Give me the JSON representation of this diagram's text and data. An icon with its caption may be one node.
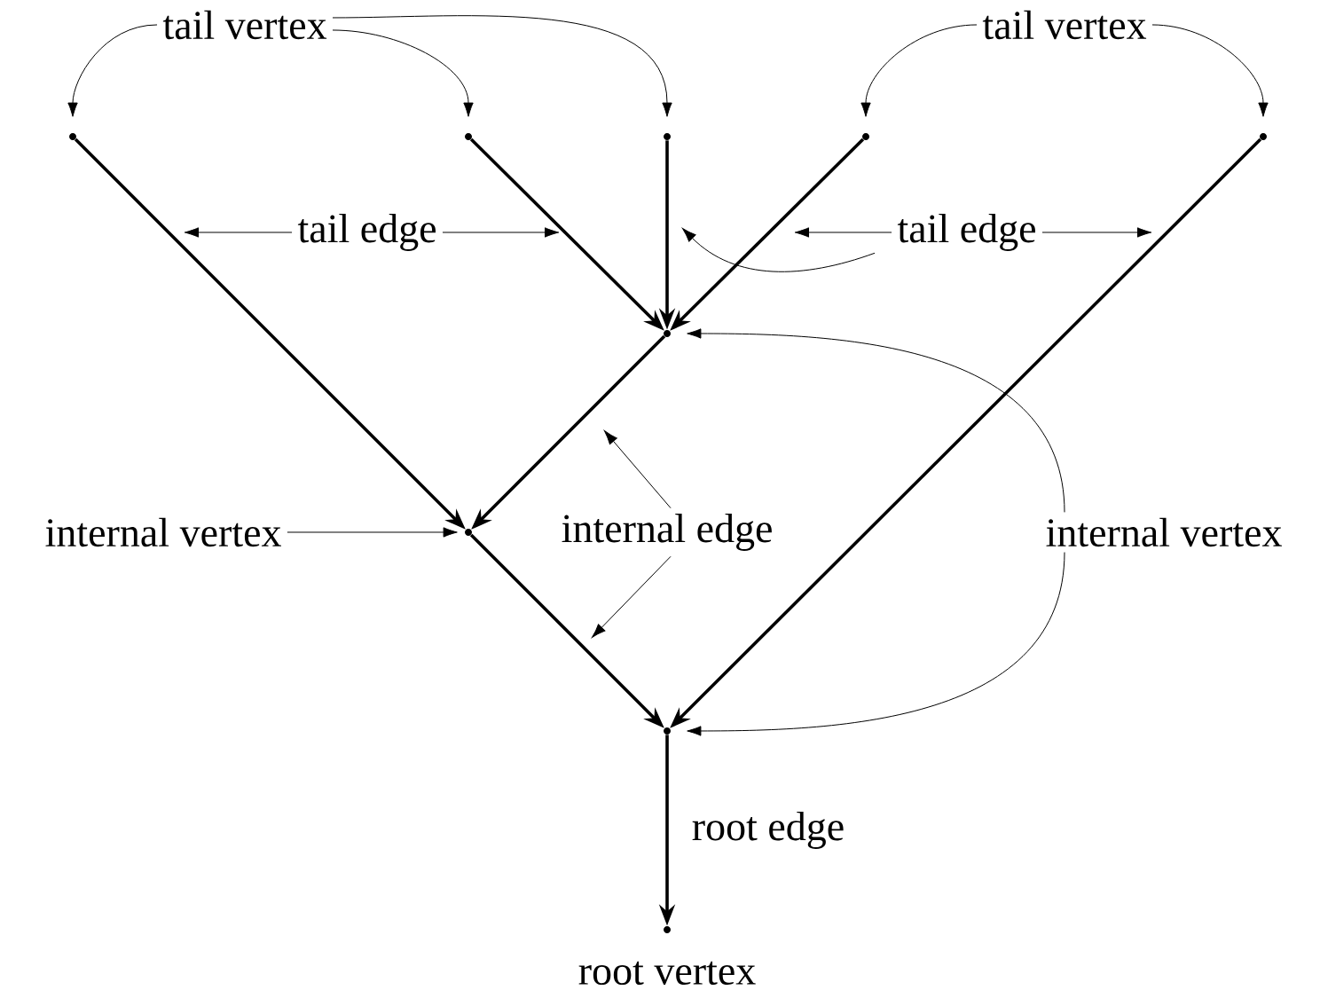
{
  "diagram": {
    "nodes": [
      {
        "text": [
          "tail vertex"
        ]
      },
      {
        "text": [
          "tail vertex"
        ]
      },
      {
        "text": [],
        "shape": "circle"
      },
      {
        "text": [],
        "shape": "circle"
      },
      {
        "text": [],
        "shape": "circle"
      },
      {
        "text": [],
        "shape": "circle"
      },
      {
        "text": [],
        "shape": "circle"
      },
      {
        "text": [
          "tail edge"
        ]
      },
      {
        "text": [
          "tail edge"
        ]
      },
      {
        "text": [],
        "shape": "circle"
      },
      {
        "text": [
          "internal vertex"
        ]
      },
      {
        "text": [],
        "shape": "circle"
      },
      {
        "text": [
          "internal edge"
        ]
      },
      {
        "text": [
          "internal vertex"
        ]
      },
      {
        "text": [],
        "shape": "circle"
      },
      {
        "text": [],
        "shape": "circle",
        "beside": [
          "root vertex"
        ]
      }
    ],
    "edges": [
      {
        "from": 0,
        "to": 2,
        "arrow": "to"
      },
      {
        "from": 0,
        "to": 3,
        "arrow": "to"
      },
      {
        "from": 0,
        "to": 4,
        "arrow": "to"
      },
      {
        "from": 1,
        "to": 5,
        "arrow": "to"
      },
      {
        "from": 1,
        "to": 6,
        "arrow": "to"
      },
      {
        "from": 2,
        "to": 11,
        "arrow": "to"
      },
      {
        "from": 3,
        "to": 9,
        "arrow": "to"
      },
      {
        "from": 4,
        "to": 9,
        "arrow": "to"
      },
      {
        "from": 5,
        "to": 9,
        "arrow": "to"
      },
      {
        "from": 6,
        "to": 14,
        "arrow": "to"
      },
      {
        "from": 7,
        "to": null,
        "arrow": "to"
      },
      {
        "from": 7,
        "to": null,
        "arrow": "to"
      },
      {
        "from": 8,
        "to": null,
        "arrow": "to"
      },
      {
        "from": 8,
        "to": null,
        "arrow": "to"
      },
      {
        "from": 8,
        "to": null,
        "arrow": "to"
      },
      {
        "from": 9,
        "to": 11,
        "arrow": "to"
      },
      {
        "from": 10,
        "to": 11,
        "arrow": "to"
      },
      {
        "from": 12,
        "to": null,
        "arrow": "to"
      },
      {
        "from": 12,
        "to": null,
        "arrow": "to"
      },
      {
        "from": 13,
        "to": 9,
        "arrow": "to"
      },
      {
        "from": 13,
        "to": 14,
        "arrow": "to"
      },
      {
        "from": 11,
        "to": 14,
        "arrow": "to"
      },
      {
        "from": 14,
        "to": 15,
        "arrow": "to",
        "label": "root edge"
      }
    ]
  }
}
